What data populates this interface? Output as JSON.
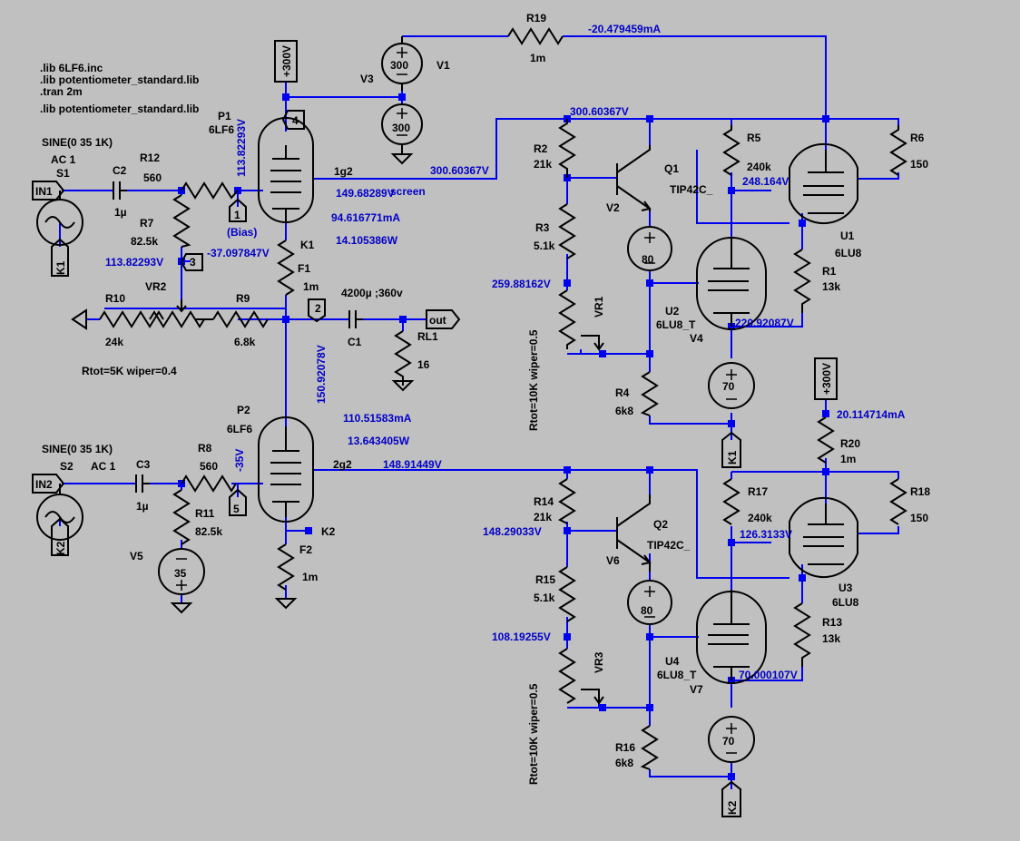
{
  "directives": [
    ".lib 6LF6.inc",
    ".lib potentiometer_standard.lib",
    ".tran 2m",
    ".lib potentiometer_standard.lib"
  ],
  "colors": {
    "background": "#c0c0c0",
    "wire": "#0000f0",
    "component": "#000000",
    "annotation": "#0000c8"
  },
  "labels": {
    "v300_top": "+300V",
    "v300_right": "+300V",
    "r19": "R19",
    "r19_val": "1m",
    "r19_i": "-20.479459mA",
    "v1_val": "300",
    "v1": "V1",
    "v3": "V3",
    "v3_val": "300",
    "p1": "P1",
    "p1_type": "6LF6",
    "p1_pin": "4",
    "p1_grid_v": "113.82293V",
    "g2_1": "1g2",
    "screen": "screen",
    "v_screen": "300.60367V",
    "n_300": "300.60367V",
    "r2": "R2",
    "r2_val": "21k",
    "q1": "Q1",
    "q1_type": "TIP42C_",
    "v2": "V2",
    "r5": "R5",
    "r5_val": "240k",
    "r6": "R6",
    "r6_val": "150",
    "v_248": "248.164V",
    "u1": "U1",
    "u1_type": "6LU8",
    "r1": "R1",
    "r1_val": "13k",
    "sine1": "SINE(0 35 1K)",
    "ac1": "AC 1",
    "s1": "S1",
    "in1": "IN1",
    "k1_tag": "K1",
    "c2": "C2",
    "c2_val": "1µ",
    "r12": "R12",
    "r12_val": "560",
    "r7": "R7",
    "r7_val": "82.5k",
    "n_113": "113.82293V",
    "pin3": "3",
    "pin1": "1",
    "bias": "(Bias)",
    "v_neg37": "-37.097847V",
    "i_149": "149.68289V",
    "i_94": "94.616771mA",
    "p_14": "14.105386W",
    "k1": "K1",
    "f1": "F1",
    "f1_val": "1m",
    "r3": "R3",
    "r3_val": "5.1k",
    "v80_1": "80",
    "n_259": "259.88162V",
    "vr1": "VR1",
    "rtot1": "Rtot=10K wiper=0.5",
    "u2": "U2",
    "u2_type": "6LU8_T",
    "v4": "V4",
    "n_220": "220.92087V",
    "r10": "R10",
    "r10_val": "24k",
    "vr2": "VR2",
    "r9": "R9",
    "r9_val": "6.8k",
    "pin2": "2",
    "c1": "C1",
    "c1_val": "4200µ ;360v",
    "out": "out",
    "rl1": "RL1",
    "rl1_val": "16",
    "n_150": "150.92078V",
    "rtot_vr2": "Rtot=5K wiper=0.4",
    "v70_1": "70",
    "r4": "R4",
    "r4_val": "6k8",
    "k1_bot": "K1",
    "i_110": "110.51583mA",
    "p_13": "13.643405W",
    "p2": "P2",
    "p2_type": "6LF6",
    "sine2": "SINE(0 35 1K)",
    "ac2": "AC 1",
    "s2": "S2",
    "in2": "IN2",
    "k2_tag": "K2",
    "c3": "C3",
    "c3_val": "1µ",
    "r8": "R8",
    "r8_val": "560",
    "v_neg35": "-35V",
    "pin5": "5",
    "r11": "R11",
    "r11_val": "82.5k",
    "v5": "V5",
    "v35": "35",
    "g2_2": "2g2",
    "n_148": "148.91449V",
    "k2": "K2",
    "f2": "F2",
    "f2_val": "1m",
    "r14": "R14",
    "r14_val": "21k",
    "n_148_2": "148.29033V",
    "q2": "Q2",
    "q2_type": "TIP42C_",
    "v6": "V6",
    "r17": "R17",
    "r17_val": "240k",
    "n_126": "126.3133V",
    "r18": "R18",
    "r18_val": "150",
    "r20": "R20",
    "r20_val": "1m",
    "i_20": "20.114714mA",
    "u3": "U3",
    "u3_type": "6LU8",
    "r13": "R13",
    "r13_val": "13k",
    "r15": "R15",
    "r15_val": "5.1k",
    "v80_2": "80",
    "n_108": "108.19255V",
    "vr3": "VR3",
    "rtot3": "Rtot=10K wiper=0.5",
    "u4": "U4",
    "u4_type": "6LU8_T",
    "v7": "V7",
    "n_70": "70.000107V",
    "r16": "R16",
    "r16_val": "6k8",
    "v70_2": "70",
    "k2_bot": "K2"
  }
}
